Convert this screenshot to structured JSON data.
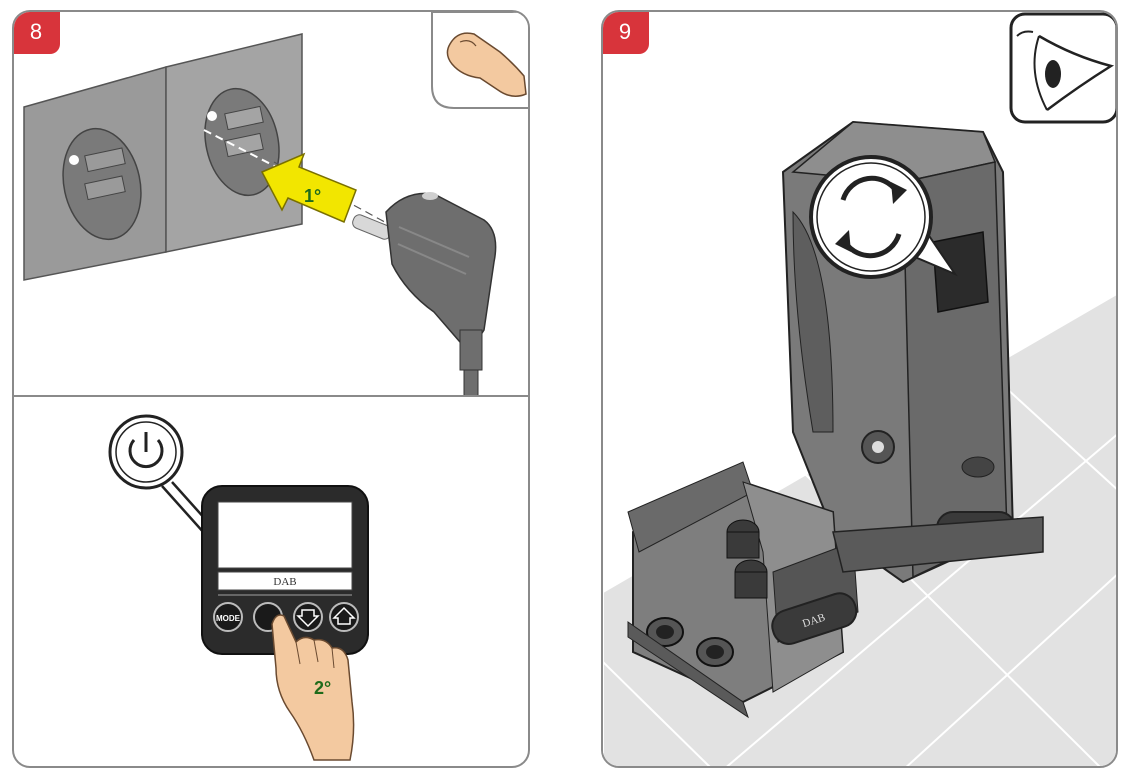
{
  "steps": [
    {
      "number": "8",
      "plug_label": "1°",
      "press_label": "2°",
      "display": {
        "brand": "DAB",
        "buttons": [
          "MODE",
          "",
          "",
          ""
        ]
      },
      "icons": [
        "hand-icon",
        "power-icon"
      ]
    },
    {
      "number": "9",
      "pump_brand": "DAB",
      "icons": [
        "eye-icon",
        "rotate-arrows-icon"
      ]
    }
  ],
  "colors": {
    "badge": "#d8343b",
    "arrow_yellow": "#f2e600",
    "label_green": "#1f6b1a",
    "skin": "#f3c9a0",
    "wall_gray": "#9a9a9a"
  }
}
